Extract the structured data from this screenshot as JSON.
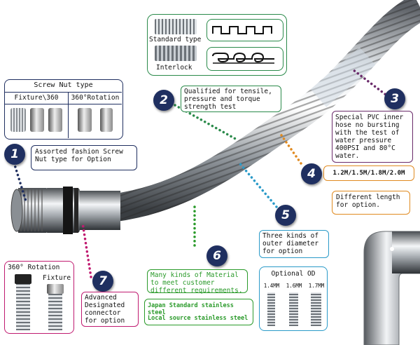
{
  "badges": [
    "1",
    "2",
    "3",
    "4",
    "5",
    "6",
    "7"
  ],
  "screw_nut": {
    "title": "Screw Nut type",
    "col_fixture": "Fixture\\360",
    "col_rotation": "360°Rotation"
  },
  "callout_1": "Assorted fashion Screw Nut type for Option",
  "callout_2": "Qualified for tensile, pressure and torque strength test",
  "callout_3": "Special PVC inner hose no bursting with the test of water pressure 400PSI and 80°C water.",
  "callout_4": {
    "sizes": "1.2M/1.5M/1.8M/2.0M",
    "note": "Different length for option."
  },
  "callout_5": {
    "note": "Three kinds of outer diameter for option",
    "od_title": "Optional OD",
    "od_sizes": [
      "1.4MM",
      "1.6MM",
      "1.7MM"
    ]
  },
  "callout_6": {
    "note": "Many kinds of Material to meet customer different requirements.",
    "material_1": "Japan Standard stainless steel",
    "material_2": "Local source stainless steel"
  },
  "callout_7": {
    "rotation_label": "360° Rotation",
    "fixture_label": "Fixture",
    "note": "Advanced Designated connector for option"
  },
  "hose_types": {
    "standard": "Standard type",
    "interlock": "Interlock"
  },
  "colors": {
    "badge": "#1f2f60",
    "nut_box_border": "#1f2f60",
    "hose_type_border": "#2a8a4a",
    "pvc_border": "#6a2a6a",
    "length_border": "#e08a20",
    "od_border": "#2a9ac8",
    "material_border": "#2a9a2a",
    "connector_border": "#c01a70"
  }
}
